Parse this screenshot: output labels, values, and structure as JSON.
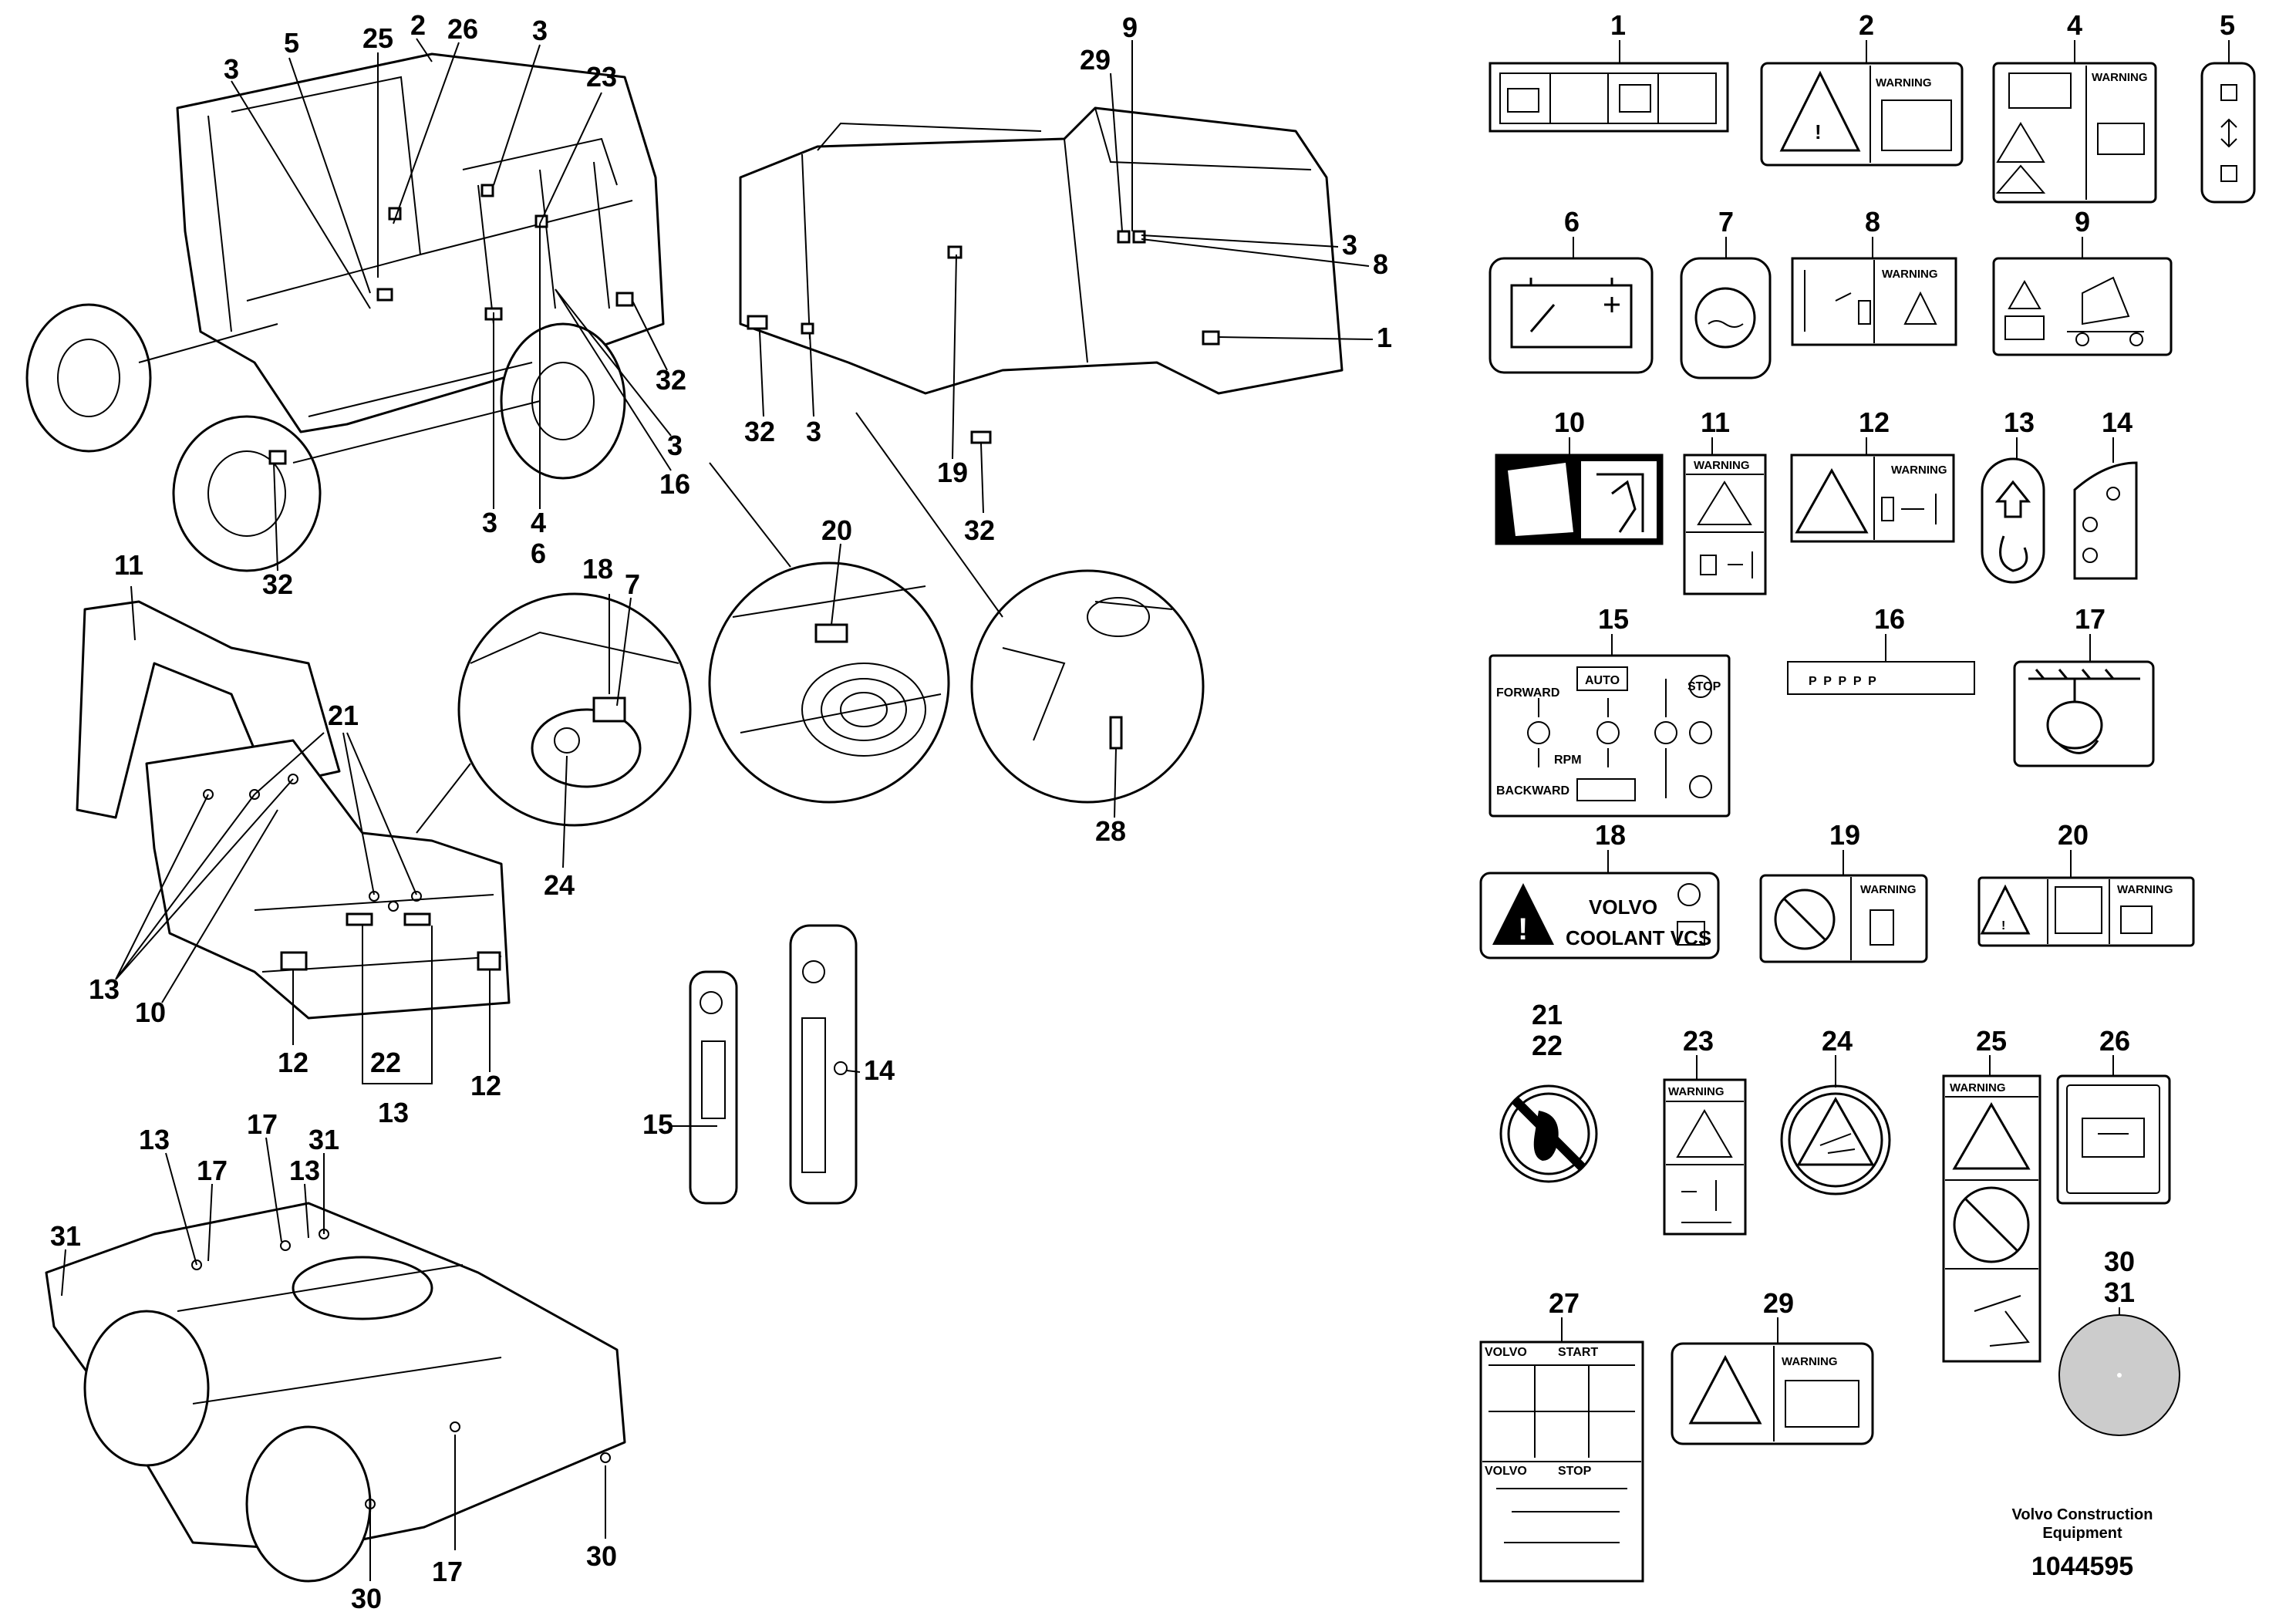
{
  "callouts_left": {
    "top_left_machine": [
      "3",
      "5",
      "25",
      "2",
      "26",
      "3",
      "23",
      "32",
      "32",
      "3",
      "4",
      "6",
      "3",
      "16"
    ],
    "top_right_machine": [
      "29",
      "9",
      "3",
      "8",
      "1",
      "32",
      "3",
      "19",
      "32"
    ],
    "detail_circles": [
      "20",
      "28",
      "18",
      "7",
      "24"
    ],
    "boom_machine": [
      "11",
      "21",
      "13",
      "10",
      "12",
      "22",
      "13",
      "12"
    ],
    "joystick": [
      "14",
      "15"
    ],
    "undercarriage": [
      "13",
      "17",
      "17",
      "13",
      "31",
      "31",
      "30",
      "17",
      "30"
    ]
  },
  "decals": {
    "d1": {
      "num": "1"
    },
    "d2": {
      "num": "2",
      "warning": "WARNING"
    },
    "d4": {
      "num": "4",
      "warning": "WARNING"
    },
    "d5": {
      "num": "5"
    },
    "d6": {
      "num": "6"
    },
    "d7": {
      "num": "7"
    },
    "d8": {
      "num": "8",
      "warning": "WARNING"
    },
    "d9": {
      "num": "9"
    },
    "d10": {
      "num": "10"
    },
    "d11": {
      "num": "11",
      "warning": "WARNING"
    },
    "d12": {
      "num": "12",
      "warning": "WARNING"
    },
    "d13": {
      "num": "13"
    },
    "d14": {
      "num": "14"
    },
    "d15": {
      "num": "15",
      "forward": "FORWARD",
      "auto": "AUTO",
      "rpm": "RPM",
      "backward": "BACKWARD",
      "stop": "STOP"
    },
    "d16": {
      "num": "16",
      "text": "P  P  P  P  P"
    },
    "d17": {
      "num": "17"
    },
    "d18": {
      "num": "18",
      "line1": "VOLVO",
      "line2": "COOLANT VCS"
    },
    "d19": {
      "num": "19",
      "warning": "WARNING"
    },
    "d20": {
      "num": "20",
      "warning": "WARNING"
    },
    "d21": {
      "num": "21",
      "num2": "22"
    },
    "d23": {
      "num": "23",
      "warning": "WARNING"
    },
    "d24": {
      "num": "24"
    },
    "d25": {
      "num": "25",
      "warning": "WARNING"
    },
    "d26": {
      "num": "26"
    },
    "d27": {
      "num": "27",
      "brand": "VOLVO",
      "start": "START",
      "stop": "STOP"
    },
    "d29": {
      "num": "29",
      "warning": "WARNING"
    },
    "d30": {
      "num": "30",
      "num2": "31"
    }
  },
  "footer": {
    "company_line1": "Volvo Construction",
    "company_line2": "Equipment",
    "drawing_number": "1044595"
  }
}
